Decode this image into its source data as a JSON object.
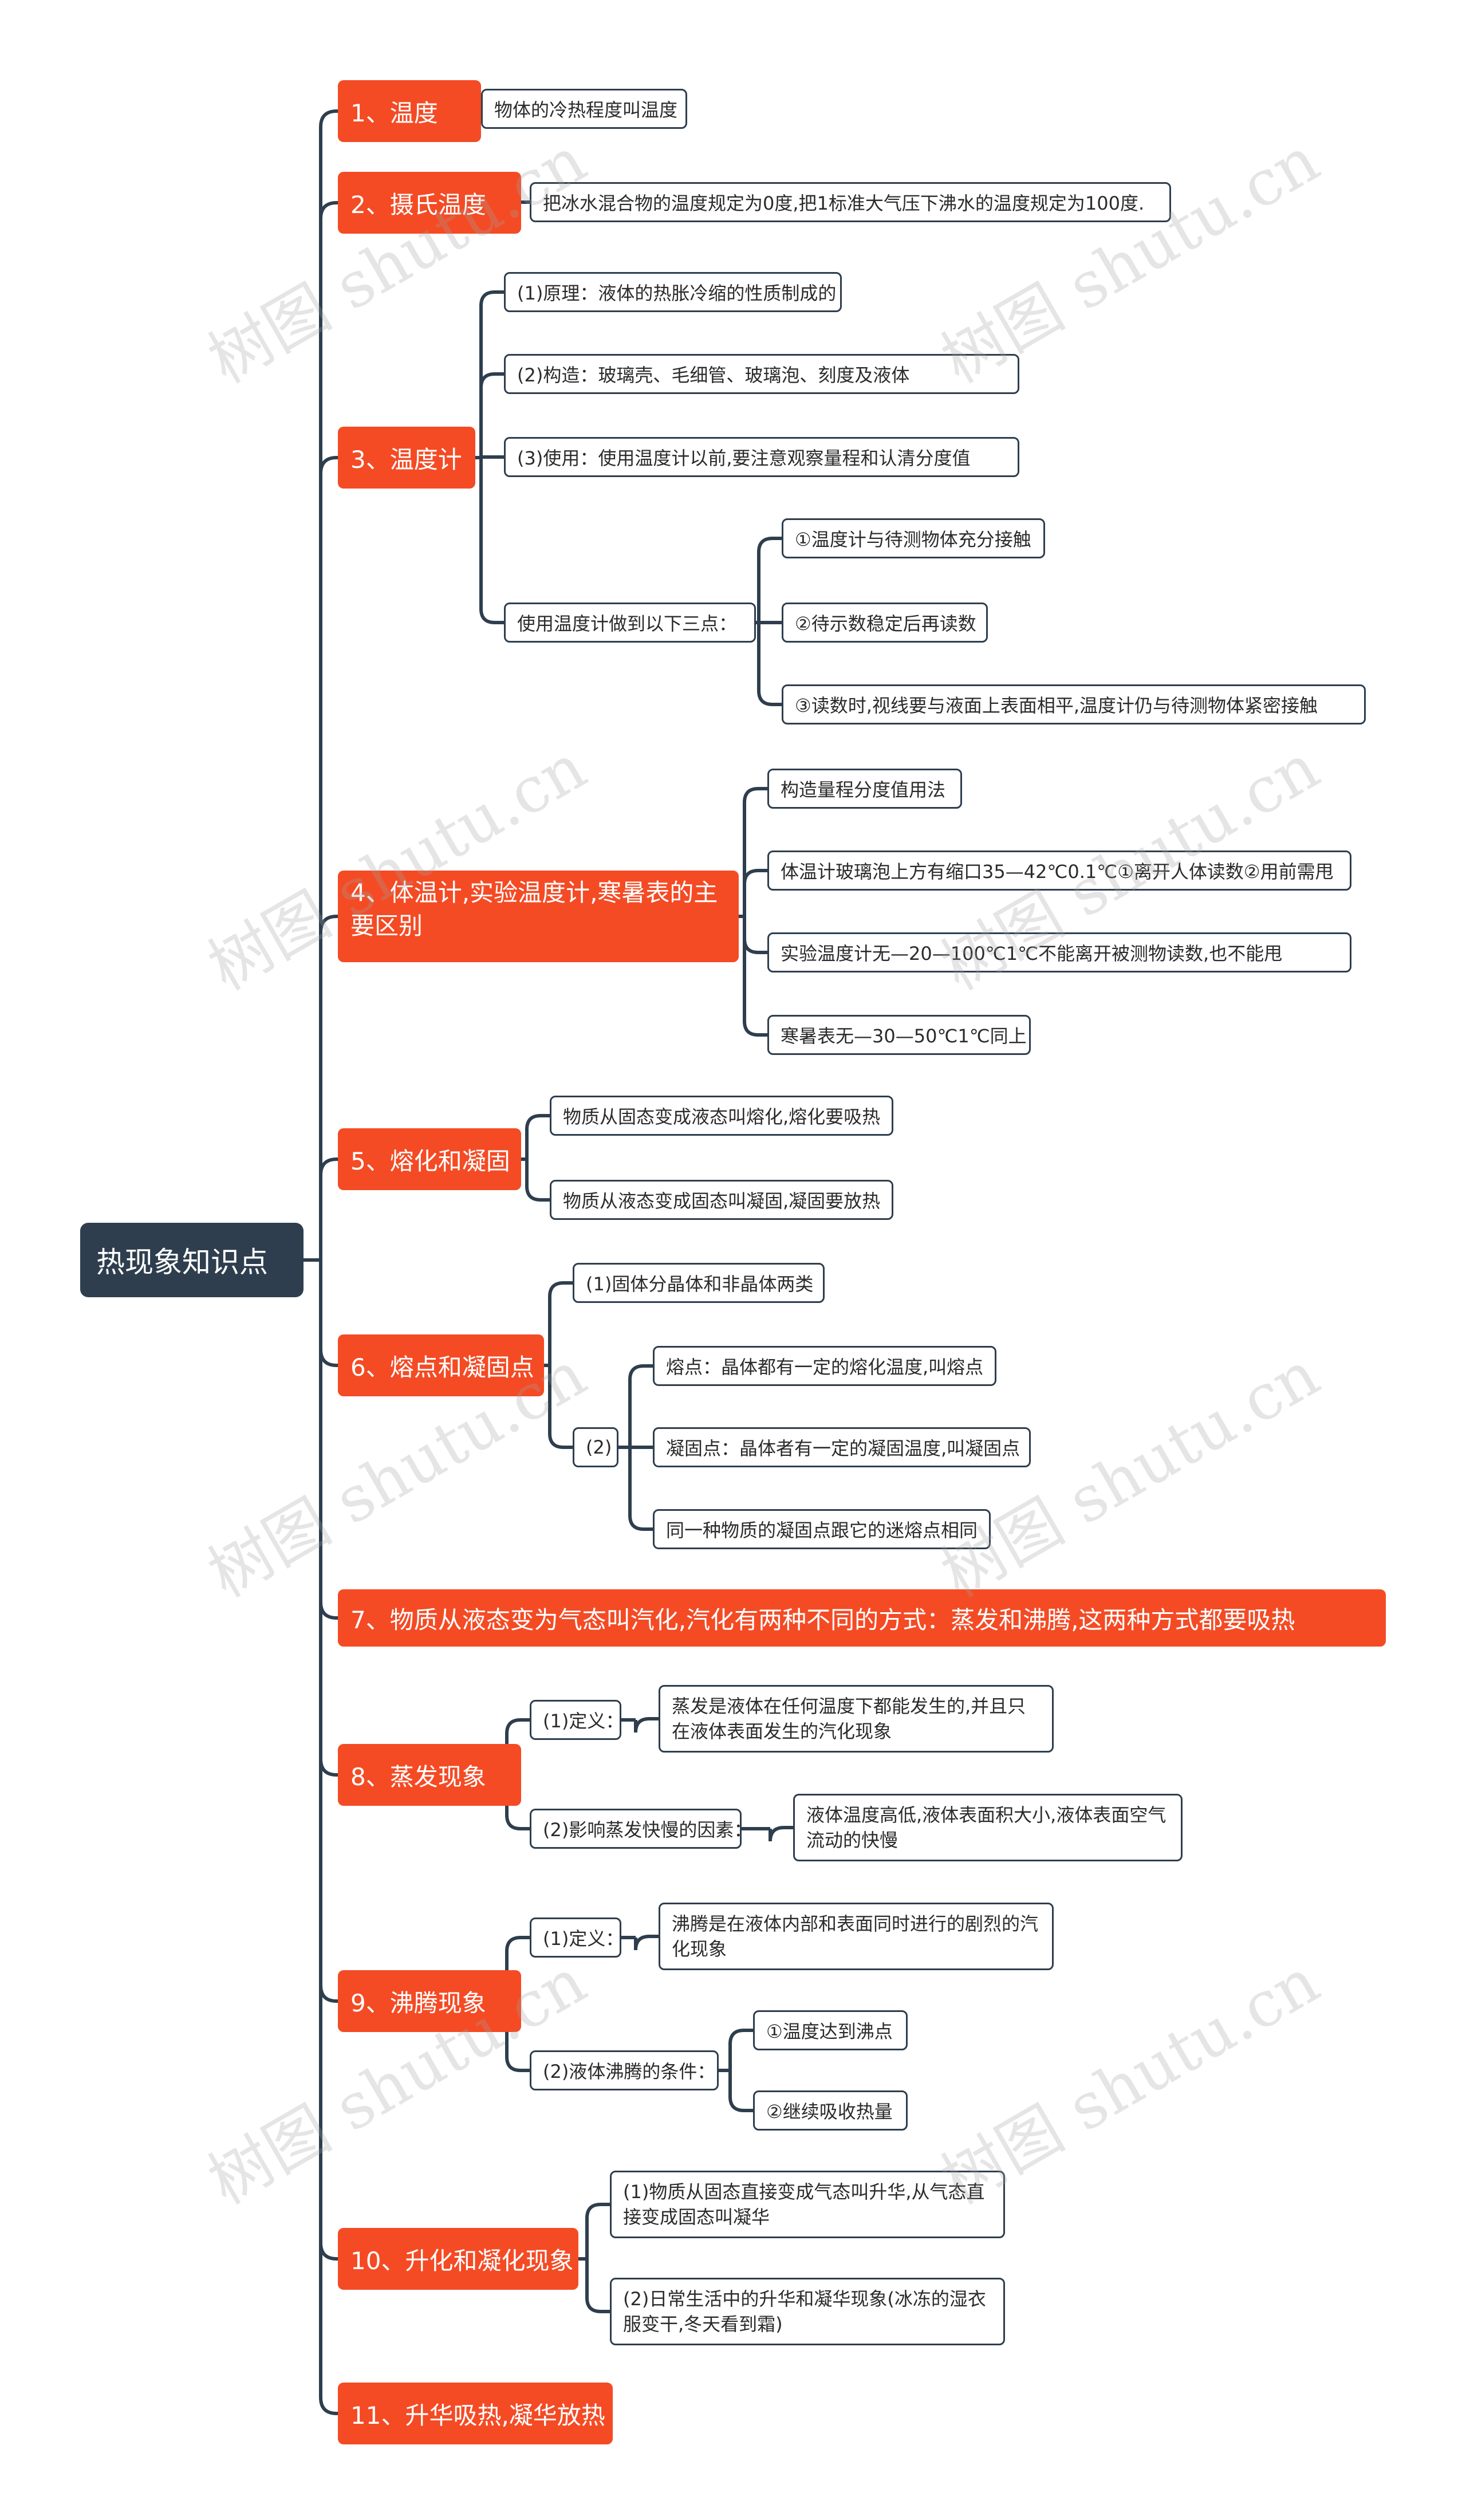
{
  "root": {
    "label": "热现象知识点"
  },
  "topics": [
    {
      "label": "1、温度",
      "children": [
        {
          "label": "物体的冷热程度叫温度"
        }
      ]
    },
    {
      "label": "2、摄氏温度",
      "children": [
        {
          "label": "把冰水混合物的温度规定为0度,把1标准大气压下沸水的温度规定为100度."
        }
      ]
    },
    {
      "label": "3、温度计",
      "children": [
        {
          "label": "(1)原理：液体的热胀冷缩的性质制成的"
        },
        {
          "label": "(2)构造：玻璃壳、毛细管、玻璃泡、刻度及液体"
        },
        {
          "label": "(3)使用：使用温度计以前,要注意观察量程和认清分度值"
        },
        {
          "label": "使用温度计做到以下三点：",
          "children": [
            {
              "label": "①温度计与待测物体充分接触"
            },
            {
              "label": "②待示数稳定后再读数"
            },
            {
              "label": "③读数时,视线要与液面上表面相平,温度计仍与待测物体紧密接触"
            }
          ]
        }
      ]
    },
    {
      "label": "4、体温计,实验温度计,寒暑表的主要区别",
      "children": [
        {
          "label": "构造量程分度值用法"
        },
        {
          "label": "体温计玻璃泡上方有缩口35—42℃0.1℃①离开人体读数②用前需甩"
        },
        {
          "label": "实验温度计无—20—100℃1℃不能离开被测物读数,也不能甩"
        },
        {
          "label": "寒暑表无—30—50℃1℃同上"
        }
      ]
    },
    {
      "label": "5、熔化和凝固",
      "children": [
        {
          "label": "物质从固态变成液态叫熔化,熔化要吸热"
        },
        {
          "label": "物质从液态变成固态叫凝固,凝固要放热"
        }
      ]
    },
    {
      "label": "6、熔点和凝固点",
      "children": [
        {
          "label": "(1)固体分晶体和非晶体两类"
        },
        {
          "label": "(2)",
          "children": [
            {
              "label": "熔点：晶体都有一定的熔化温度,叫熔点"
            },
            {
              "label": "凝固点：晶体者有一定的凝固温度,叫凝固点"
            },
            {
              "label": "同一种物质的凝固点跟它的迷熔点相同"
            }
          ]
        }
      ]
    },
    {
      "label": "7、物质从液态变为气态叫汽化,汽化有两种不同的方式：蒸发和沸腾,这两种方式都要吸热"
    },
    {
      "label": "8、蒸发现象",
      "children": [
        {
          "label": "(1)定义：",
          "children": [
            {
              "label": "蒸发是液体在任何温度下都能发生的,并且只在液体表面发生的汽化现象"
            }
          ]
        },
        {
          "label": "(2)影响蒸发快慢的因素：",
          "children": [
            {
              "label": "液体温度高低,液体表面积大小,液体表面空气流动的快慢"
            }
          ]
        }
      ]
    },
    {
      "label": "9、沸腾现象",
      "children": [
        {
          "label": "(1)定义：",
          "children": [
            {
              "label": "沸腾是在液体内部和表面同时进行的剧烈的汽化现象"
            }
          ]
        },
        {
          "label": "(2)液体沸腾的条件：",
          "children": [
            {
              "label": "①温度达到沸点"
            },
            {
              "label": "②继续吸收热量"
            }
          ]
        }
      ]
    },
    {
      "label": "10、升化和凝化现象",
      "children": [
        {
          "label": "(1)物质从固态直接变成气态叫升华,从气态直接变成固态叫凝华"
        },
        {
          "label": "(2)日常生活中的升华和凝华现象(冰冻的湿衣服变干,冬天看到霜)"
        }
      ]
    },
    {
      "label": "11、升华吸热,凝华放热"
    }
  ],
  "watermark": "树图 shutu.cn",
  "colors": {
    "root": "#2e3e4e",
    "topic": "#f44b25",
    "line": "#2e3e4e"
  }
}
